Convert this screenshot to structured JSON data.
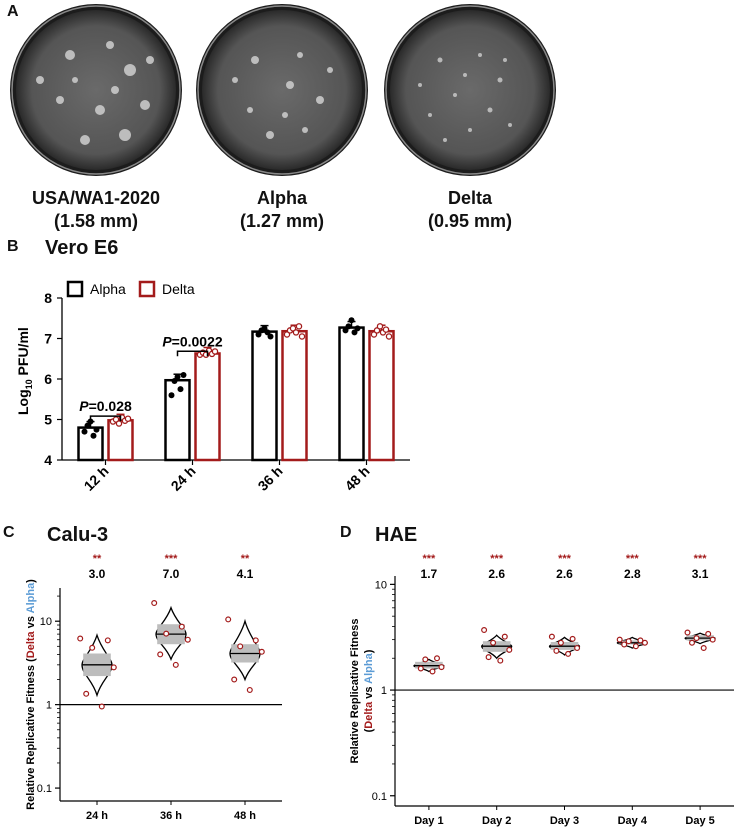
{
  "panel_letters": {
    "a": "A",
    "b": "B",
    "c": "C",
    "d": "D"
  },
  "panelA": {
    "plates": [
      {
        "name": "USA/WA1-2020",
        "size": "(1.58 mm)"
      },
      {
        "name": "Alpha",
        "size": "(1.27 mm)"
      },
      {
        "name": "Delta",
        "size": "(0.95 mm)"
      }
    ]
  },
  "colors": {
    "alpha": "#000000",
    "delta": "#a31b1b",
    "alpha_text": "#5b9bd5",
    "sig": "#a31b1b",
    "ribbon": "#bdbdbd"
  },
  "chart_data": [
    {
      "panel": "B",
      "type": "bar",
      "title": "Vero E6",
      "ylabel": "Log10 PFU/ml",
      "ylabel_main": "Log",
      "ylabel_sub": "10",
      "ylabel_rest": " PFU/ml",
      "ylim": [
        4,
        8
      ],
      "yticks": [
        "4",
        "5",
        "6",
        "7",
        "8"
      ],
      "categories": [
        "12 h",
        "24 h",
        "36 h",
        "48 h"
      ],
      "legend_position": "top-left",
      "series": [
        {
          "name": "Alpha",
          "values": [
            4.8,
            5.97,
            7.17,
            7.27
          ],
          "points": [
            [
              4.7,
              4.85,
              4.95,
              4.6,
              4.75
            ],
            [
              5.6,
              5.95,
              6.05,
              5.75,
              6.1
            ],
            [
              7.1,
              7.2,
              7.25,
              7.15,
              7.05
            ],
            [
              7.2,
              7.3,
              7.45,
              7.15,
              7.25
            ]
          ]
        },
        {
          "name": "Delta",
          "values": [
            4.98,
            6.63,
            7.18,
            7.18
          ],
          "points": [
            [
              4.95,
              5.0,
              4.9,
              5.05,
              4.97,
              5.02
            ],
            [
              6.6,
              6.65,
              6.6,
              6.7,
              6.62,
              6.68
            ],
            [
              7.1,
              7.2,
              7.25,
              7.15,
              7.3,
              7.05
            ],
            [
              7.1,
              7.2,
              7.3,
              7.15,
              7.22,
              7.05
            ]
          ]
        }
      ],
      "annotations": [
        {
          "category": "12 h",
          "p_label": "P",
          "text": "=0.028",
          "y": 5.38
        },
        {
          "category": "24 h",
          "p_label": "P",
          "text": "=0.0022",
          "y": 6.98
        }
      ]
    },
    {
      "panel": "C",
      "type": "scatter",
      "title": "Calu-3",
      "ylabel_prefix": "Relative Replicative Fitness (",
      "ylabel_delta": "Delta",
      "ylabel_mid": " vs ",
      "ylabel_alpha": "Alpha",
      "ylabel_suffix": ")",
      "yscale": "log",
      "ylim": [
        0.07,
        25
      ],
      "yticks": [
        "0.1",
        "1",
        "10"
      ],
      "reference_line": 1,
      "categories": [
        "24 h",
        "36 h",
        "48 h"
      ],
      "significance": [
        "**",
        "***",
        "**"
      ],
      "estimates": [
        "3.0",
        "7.0",
        "4.1"
      ],
      "medians": [
        3.0,
        7.0,
        4.1
      ],
      "ci_low": [
        2.2,
        5.3,
        3.2
      ],
      "ci_high": [
        4.1,
        9.2,
        5.3
      ],
      "violin_low": [
        1.3,
        3.5,
        2.0
      ],
      "violin_high": [
        6.8,
        14.5,
        10.0
      ],
      "points": [
        [
          0.95,
          1.35,
          2.8,
          4.8,
          5.9,
          6.2
        ],
        [
          3.0,
          4.0,
          6.0,
          7.1,
          8.6,
          16.5
        ],
        [
          1.5,
          2.0,
          4.3,
          5.0,
          5.9,
          10.5
        ]
      ]
    },
    {
      "panel": "D",
      "type": "scatter",
      "title": "HAE",
      "ylabel_prefix": "Relative Replicative Fitness",
      "ylabel_open": "(",
      "ylabel_delta": "Delta",
      "ylabel_mid": " vs ",
      "ylabel_alpha": "Alpha",
      "ylabel_suffix": ")",
      "yscale": "log",
      "ylim": [
        0.08,
        12
      ],
      "yticks": [
        "0.1",
        "1",
        "10"
      ],
      "reference_line": 1,
      "categories": [
        "Day 1",
        "Day 2",
        "Day 3",
        "Day 4",
        "Day 5"
      ],
      "significance": [
        "***",
        "***",
        "***",
        "***",
        "***"
      ],
      "estimates": [
        "1.7",
        "2.6",
        "2.6",
        "2.8",
        "3.1"
      ],
      "medians": [
        1.7,
        2.6,
        2.6,
        2.8,
        3.1
      ],
      "ci_low": [
        1.6,
        2.3,
        2.4,
        2.7,
        2.95
      ],
      "ci_high": [
        1.85,
        2.9,
        2.85,
        2.95,
        3.3
      ],
      "violin_low": [
        1.5,
        2.0,
        2.15,
        2.5,
        2.75
      ],
      "violin_high": [
        1.95,
        3.3,
        3.15,
        3.15,
        3.45
      ],
      "points": [
        [
          1.5,
          1.6,
          1.65,
          1.95,
          2.0
        ],
        [
          1.9,
          2.05,
          2.4,
          2.8,
          3.2,
          3.7
        ],
        [
          2.2,
          2.35,
          2.5,
          2.8,
          3.05,
          3.2
        ],
        [
          2.6,
          2.7,
          2.8,
          2.9,
          2.95,
          3.0
        ],
        [
          2.5,
          2.8,
          3.0,
          3.1,
          3.4,
          3.5
        ]
      ]
    }
  ]
}
